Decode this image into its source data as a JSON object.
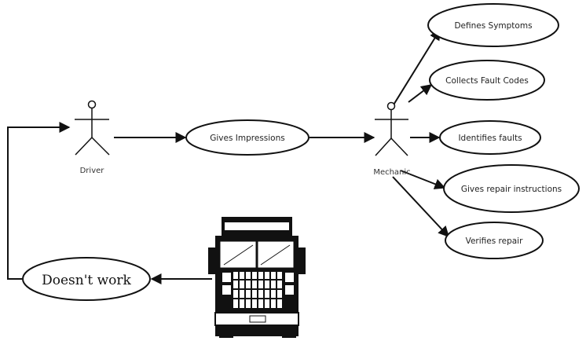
{
  "diagram": {
    "actors": {
      "driver": "Driver",
      "mechanic": "Mechanic"
    },
    "nodes": {
      "gives_impressions": "Gives Impressions",
      "defines_symptoms": "Defines Symptoms",
      "collects_fault_codes": "Collects Fault Codes",
      "identifies_faults": "Identifies faults",
      "gives_repair_instructions": "Gives repair instructions",
      "verifies_repair": "Verifies repair",
      "doesnt_work": "Doesn't work"
    },
    "truck_icon": "truck-front-icon"
  }
}
